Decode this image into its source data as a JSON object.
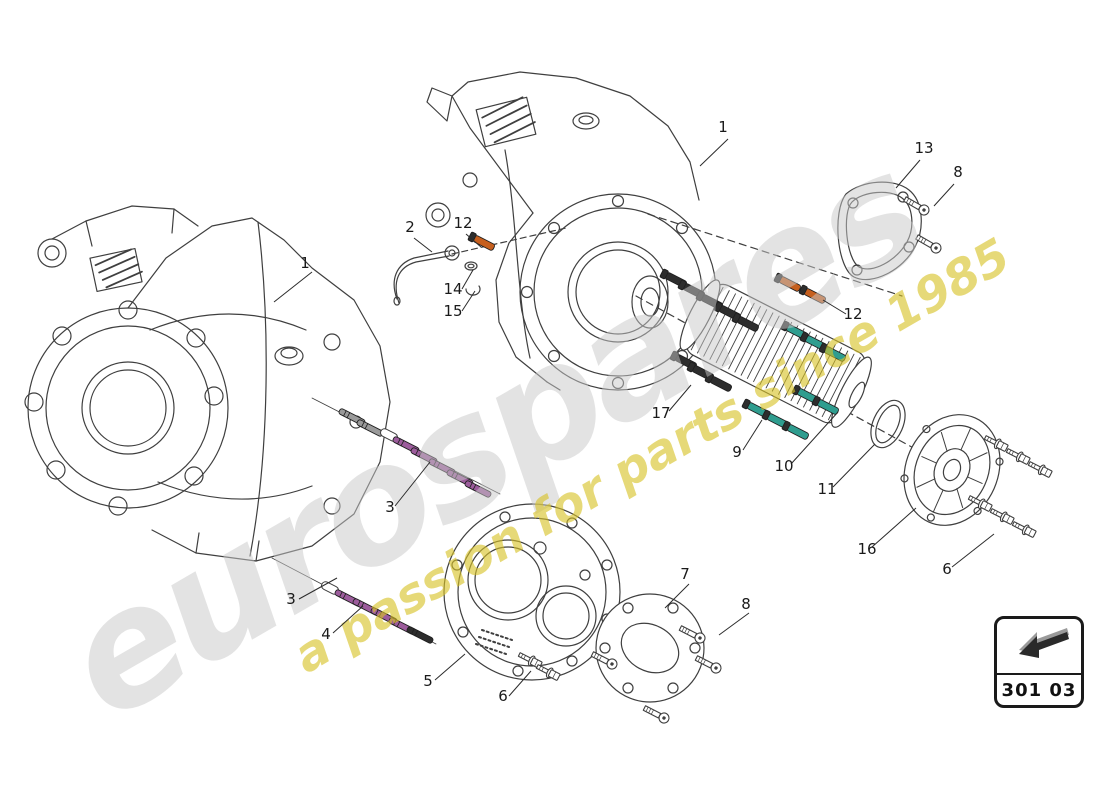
{
  "watermark": {
    "line1": "eurospares",
    "line2": "a passion for parts since 1985",
    "gray_color": "#c9c9c9",
    "yellow_color": "#d8c226"
  },
  "part_code": {
    "label": "301 03"
  },
  "legend_colors": {
    "line_art": "#3f3f3f",
    "stud_purple": "#9c5c9c",
    "stud_gray": "#9a9a9a",
    "bolt_teal": "#2f9d8f",
    "bolt_orange": "#c65f1e",
    "bolt_black": "#2d2d2d"
  },
  "callouts": [
    {
      "label": "1"
    },
    {
      "label": "2"
    },
    {
      "label": "12"
    },
    {
      "label": "14"
    },
    {
      "label": "15"
    },
    {
      "label": "1"
    },
    {
      "label": "13"
    },
    {
      "label": "8"
    },
    {
      "label": "12"
    },
    {
      "label": "17"
    },
    {
      "label": "9"
    },
    {
      "label": "10"
    },
    {
      "label": "11"
    },
    {
      "label": "16"
    },
    {
      "label": "6"
    },
    {
      "label": "3"
    },
    {
      "label": "3"
    },
    {
      "label": "4"
    },
    {
      "label": "5"
    },
    {
      "label": "6"
    },
    {
      "label": "7"
    },
    {
      "label": "8"
    }
  ]
}
